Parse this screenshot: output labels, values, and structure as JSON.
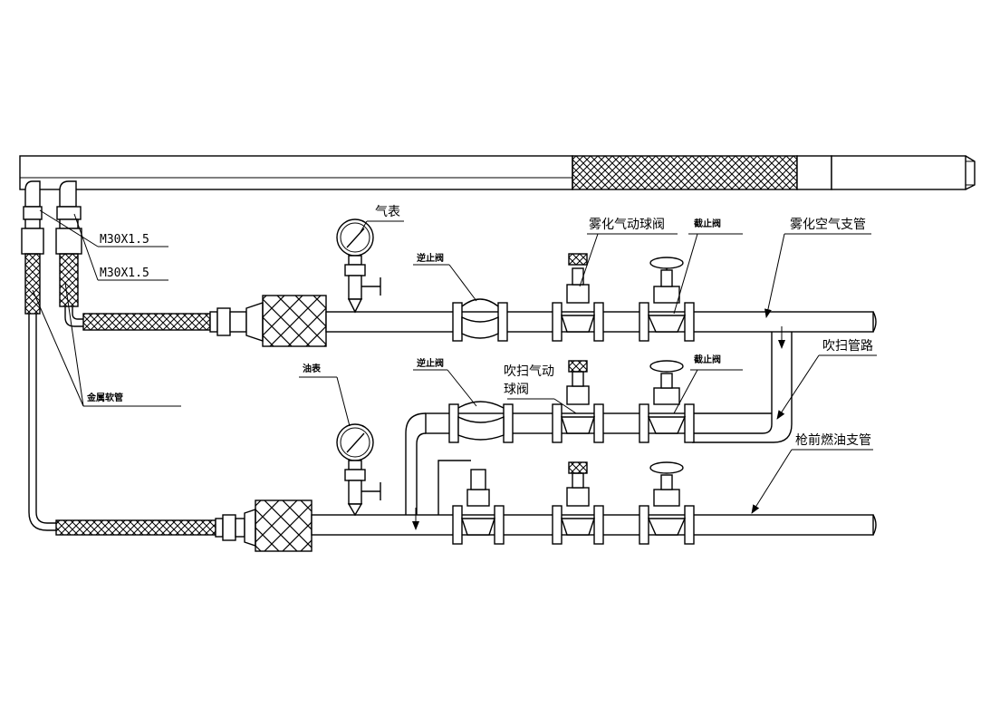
{
  "labels": {
    "gas_gauge": "气表",
    "oil_gauge": "油表",
    "atomize_ball_valve": "雾化气动球阀",
    "stop_valve_top": "截止阀",
    "stop_valve_mid": "截止阀",
    "atomize_air_branch": "雾化空气支管",
    "check_valve_top": "逆止阀",
    "check_valve_mid": "逆止阀",
    "purge_ball_valve_line1": "吹扫气动",
    "purge_ball_valve_line2": "球阀",
    "purge_line": "吹扫管路",
    "front_oil_branch": "枪前燃油支管",
    "thread_spec_1": "M30X1.5",
    "thread_spec_2": "M30X1.5",
    "metal_hose": "金属软管"
  }
}
